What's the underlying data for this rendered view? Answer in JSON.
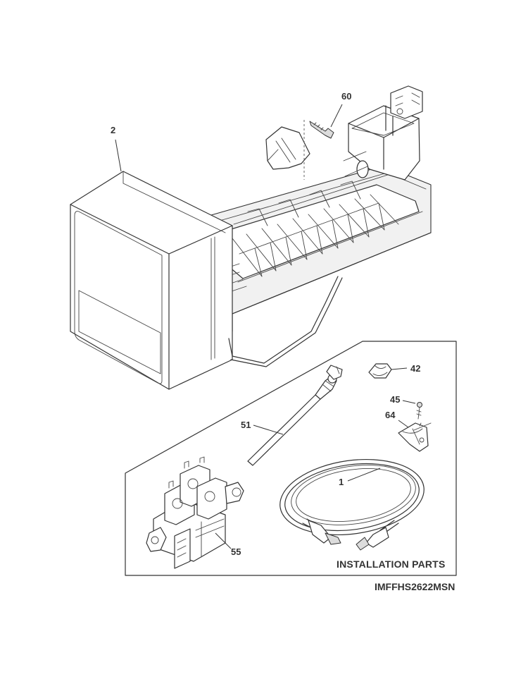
{
  "callouts": {
    "c60": "60",
    "c2": "2",
    "c42": "42",
    "c45": "45",
    "c64": "64",
    "c51": "51",
    "c1": "1",
    "c55": "55"
  },
  "installation_box": {
    "title": "INSTALLATION PARTS"
  },
  "model_code": "IMFFHS2622MSN"
}
